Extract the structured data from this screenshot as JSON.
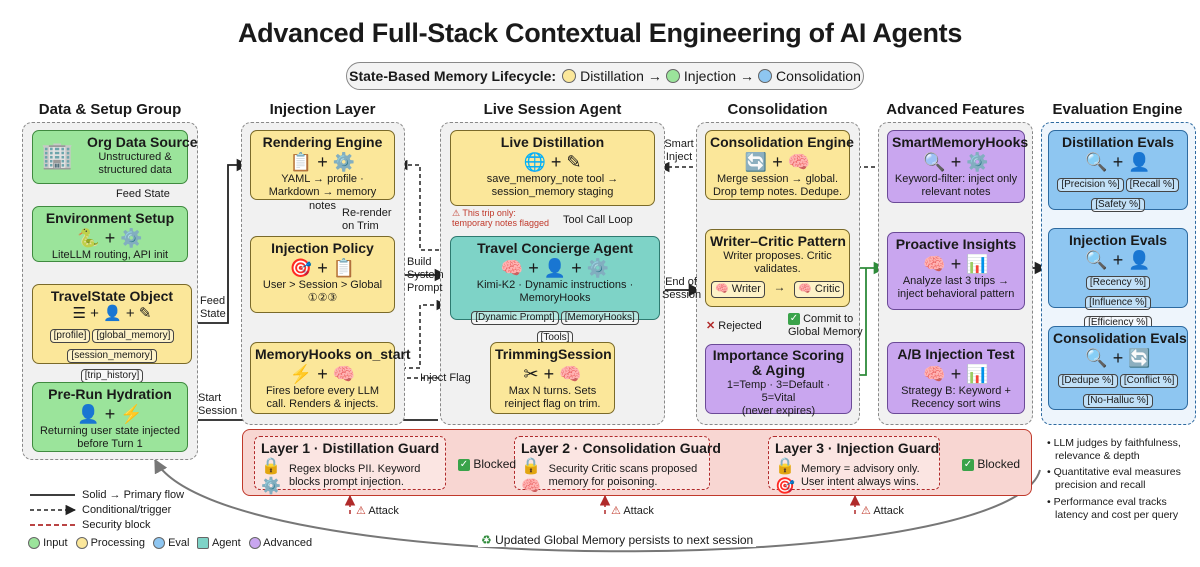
{
  "title": "Advanced Full-Stack Contextual Engineering of AI Agents",
  "lifecycle": {
    "label": "State-Based Memory Lifecycle:",
    "steps": [
      "Distillation",
      "Injection",
      "Consolidation"
    ],
    "arrow": "→",
    "colors": [
      "#fbe79a",
      "#9be49b",
      "#8ec6f1"
    ]
  },
  "columns": [
    "Data & Setup Group",
    "Injection Layer",
    "Live Session Agent",
    "Consolidation",
    "Advanced Features",
    "Evaluation Engine"
  ],
  "data": {
    "org": {
      "title": "Org Data Source",
      "desc": "Unstructured & structured data",
      "icon": "building-icon"
    },
    "env": {
      "title": "Environment Setup",
      "desc": "LiteLLM routing, API init",
      "icon": "python-gear-icon"
    },
    "travel": {
      "title": "TravelState Object",
      "tags": [
        "[profile]",
        "[global_memory]",
        "[session_memory]",
        "[trip_history]"
      ]
    },
    "hydration": {
      "title": "Pre-Run Hydration",
      "desc": "Returning user state injected before Turn 1"
    }
  },
  "injection": {
    "rendering": {
      "title": "Rendering Engine",
      "desc": "YAML → profile · Markdown → memory notes"
    },
    "policy": {
      "title": "Injection Policy",
      "desc": "User > Session > Global",
      "nums": "①②③"
    },
    "hooks": {
      "title": "MemoryHooks on_start",
      "desc": "Fires before every LLM call. Renders & injects."
    }
  },
  "live": {
    "distill": {
      "title": "Live Distillation",
      "desc": "save_memory_note tool → session_memory staging"
    },
    "agent": {
      "title": "Travel Concierge Agent",
      "desc": "Kimi-K2 · Dynamic instructions · MemoryHooks",
      "tags": [
        "[Dynamic Prompt]",
        "[MemoryHooks]",
        "[Tools]"
      ]
    },
    "trim": {
      "title": "TrimmingSession",
      "desc": "Max N turns. Sets reinject flag on trim."
    },
    "warning": "This trip only: temporary notes flagged"
  },
  "consolidation": {
    "engine": {
      "title": "Consolidation Engine",
      "desc": "Merge session → global. Drop temp notes. Dedupe."
    },
    "writer": {
      "title": "Writer–Critic Pattern",
      "desc": "Writer proposes. Critic validates.",
      "writer": "Writer",
      "critic": "Critic"
    },
    "scoring": {
      "title": "Importance Scoring & Aging",
      "desc": "1=Temp · 3=Default · 5=Vital",
      "note": "(never expires)"
    }
  },
  "advanced": {
    "smart": {
      "title": "SmartMemoryHooks",
      "desc": "Keyword-filter: inject only relevant notes"
    },
    "proactive": {
      "title": "Proactive Insights",
      "desc": "Analyze last 3 trips → inject behavioral pattern"
    },
    "ab": {
      "title": "A/B Injection Test",
      "desc": "Strategy B: Keyword + Recency sort wins"
    }
  },
  "evals": {
    "distill": {
      "title": "Distillation Evals",
      "tags": [
        "[Precision %]",
        "[Recall %]",
        "[Safety %]"
      ]
    },
    "inject": {
      "title": "Injection Evals",
      "tags": [
        "[Recency %]",
        "[Influence %]",
        "[Efficiency %]"
      ]
    },
    "consol": {
      "title": "Consolidation Evals",
      "tags": [
        "[Dedupe %]",
        "[Conflict %]",
        "[No-Halluc %]"
      ]
    }
  },
  "labels": {
    "feed_state_1": "Feed State",
    "feed_state_2": "Feed State",
    "start_session": "Start Session",
    "rerender": "Re-render on Trim",
    "build_prompt": "Build System Prompt",
    "tool_loop": "Tool Call Loop",
    "inject_flag": "Inject Flag",
    "smart_inject": "Smart Inject",
    "end_session": "End of Session",
    "rejected": "Rejected",
    "commit": "Commit to Global Memory"
  },
  "guards": [
    {
      "title": "Layer 1 · Distillation Guard",
      "desc": "Regex blocks PII. Keyword blocks prompt injection.",
      "result": "Blocked"
    },
    {
      "title": "Layer 2 · Consolidation Guard",
      "desc": "Security Critic scans proposed memory for poisoning.",
      "result": ""
    },
    {
      "title": "Layer 3 · Injection Guard",
      "desc": "Memory = advisory only. User intent always wins.",
      "result": "Blocked"
    }
  ],
  "attack": "Attack",
  "persist": "Updated Global Memory persists to next session",
  "legend": {
    "lines": [
      "Solid → Primary flow",
      "Conditional/trigger",
      "Security block"
    ],
    "colors": [
      {
        "label": "Input",
        "color": "#9be49b"
      },
      {
        "label": "Processing",
        "color": "#fbe79a"
      },
      {
        "label": "Eval",
        "color": "#8ec6f1"
      },
      {
        "label": "Agent",
        "color": "#7ed3c7"
      },
      {
        "label": "Advanced",
        "color": "#c9a6ef"
      }
    ]
  },
  "notes": [
    "LLM judges by faithfulness, relevance & depth",
    "Quantitative eval measures precision and recall",
    "Performance eval tracks latency and cost per query"
  ]
}
